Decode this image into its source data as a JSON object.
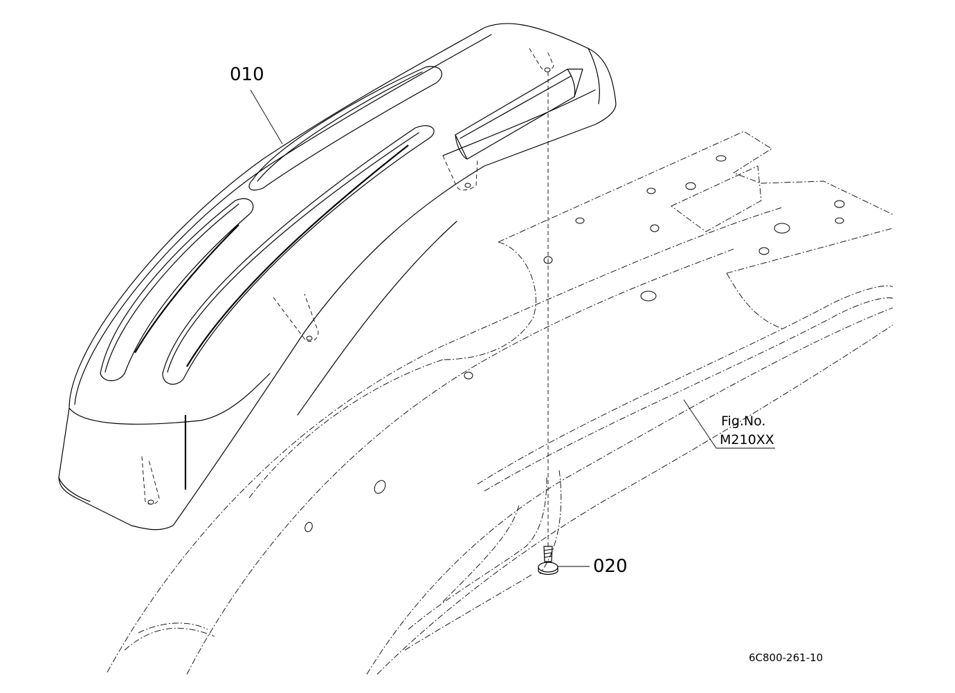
{
  "callouts": {
    "part_010": "010",
    "part_020": "020"
  },
  "figure_reference": {
    "line1": "Fig.No.",
    "line2": "M210XX"
  },
  "drawing_number": "6C800-261-10",
  "parts": [
    {
      "ref": "010",
      "depicts": "fender"
    },
    {
      "ref": "020",
      "depicts": "screw"
    }
  ],
  "colors": {
    "line": "#000000",
    "background": "#ffffff"
  }
}
